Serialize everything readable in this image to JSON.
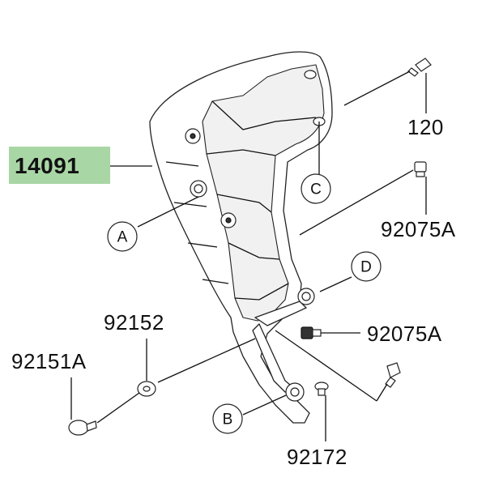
{
  "diagram": {
    "highlight_color": "#a9d6a5",
    "main_part": {
      "number": "14091"
    },
    "part_labels": {
      "p120": "120",
      "p92075A_top": "92075A",
      "p92075A_mid": "92075A",
      "p92152": "92152",
      "p92151A": "92151A",
      "p92172": "92172"
    },
    "callouts": {
      "A": "A",
      "B": "B",
      "C": "C",
      "D": "D"
    }
  }
}
